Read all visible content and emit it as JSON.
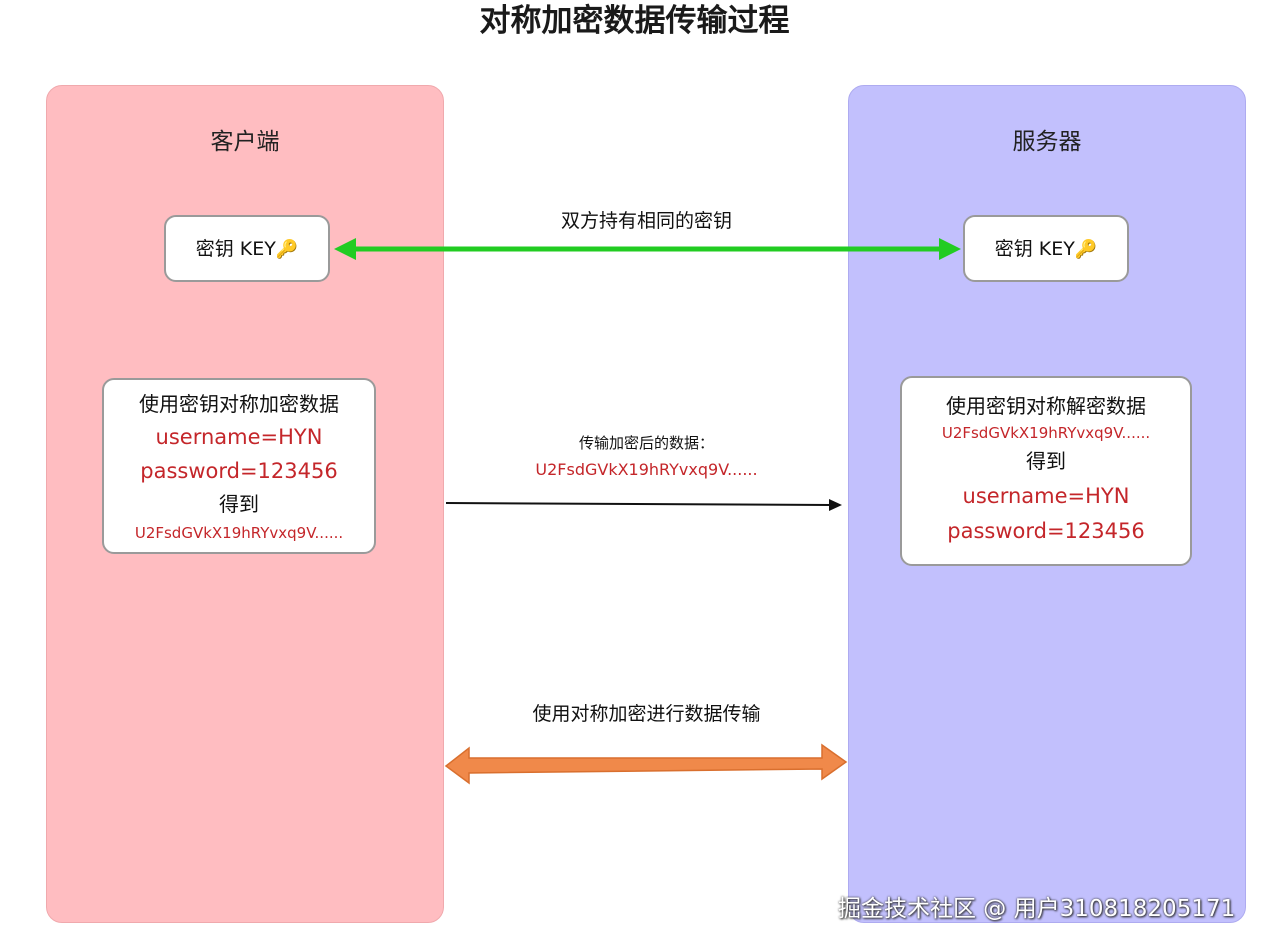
{
  "title": "对称加密数据传输过程",
  "client": {
    "title": "客户端",
    "key_label": "密钥 KEY",
    "key_emoji": "🔑",
    "process": {
      "heading": "使用密钥对称加密数据",
      "username": "username=HYN",
      "password": "password=123456",
      "result_label": "得到",
      "ciphertext": "U2FsdGVkX19hRYvxq9V......"
    }
  },
  "server": {
    "title": "服务器",
    "key_label": "密钥 KEY",
    "key_emoji": "🔑",
    "process": {
      "heading": "使用密钥对称解密数据",
      "ciphertext": "U2FsdGVkX19hRYvxq9V......",
      "result_label": "得到",
      "username": "username=HYN",
      "password": "password=123456"
    }
  },
  "links": {
    "shared_key": "双方持有相同的密钥",
    "transfer_label": "传输加密后的数据：",
    "transfer_cipher": "U2FsdGVkX19hRYvxq9V......",
    "symmetric_transfer": "使用对称加密进行数据传输"
  },
  "watermark": "掘金技术社区 @ 用户3108182051​71",
  "colors": {
    "client_panel": "#ffbdc1",
    "server_panel": "#c2c0fd",
    "green_arrow": "#22cc22",
    "orange_arrow": "#f0894a",
    "red_text": "#c4262a"
  }
}
